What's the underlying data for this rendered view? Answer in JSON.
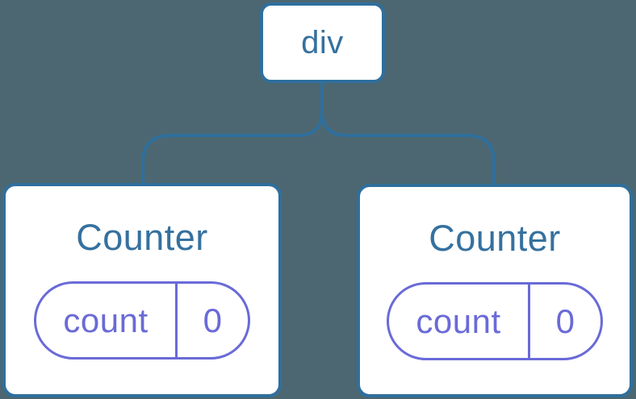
{
  "diagram": {
    "colors": {
      "background": "#4C6771",
      "stroke_blue": "#2F6F9D",
      "text_blue": "#35719F",
      "purple": "#6A6AD8",
      "node_fill": "#FFFFFF"
    },
    "root": {
      "label": "div"
    },
    "children": [
      {
        "title": "Counter",
        "state": {
          "key": "count",
          "value": "0"
        }
      },
      {
        "title": "Counter",
        "state": {
          "key": "count",
          "value": "0"
        }
      }
    ]
  }
}
